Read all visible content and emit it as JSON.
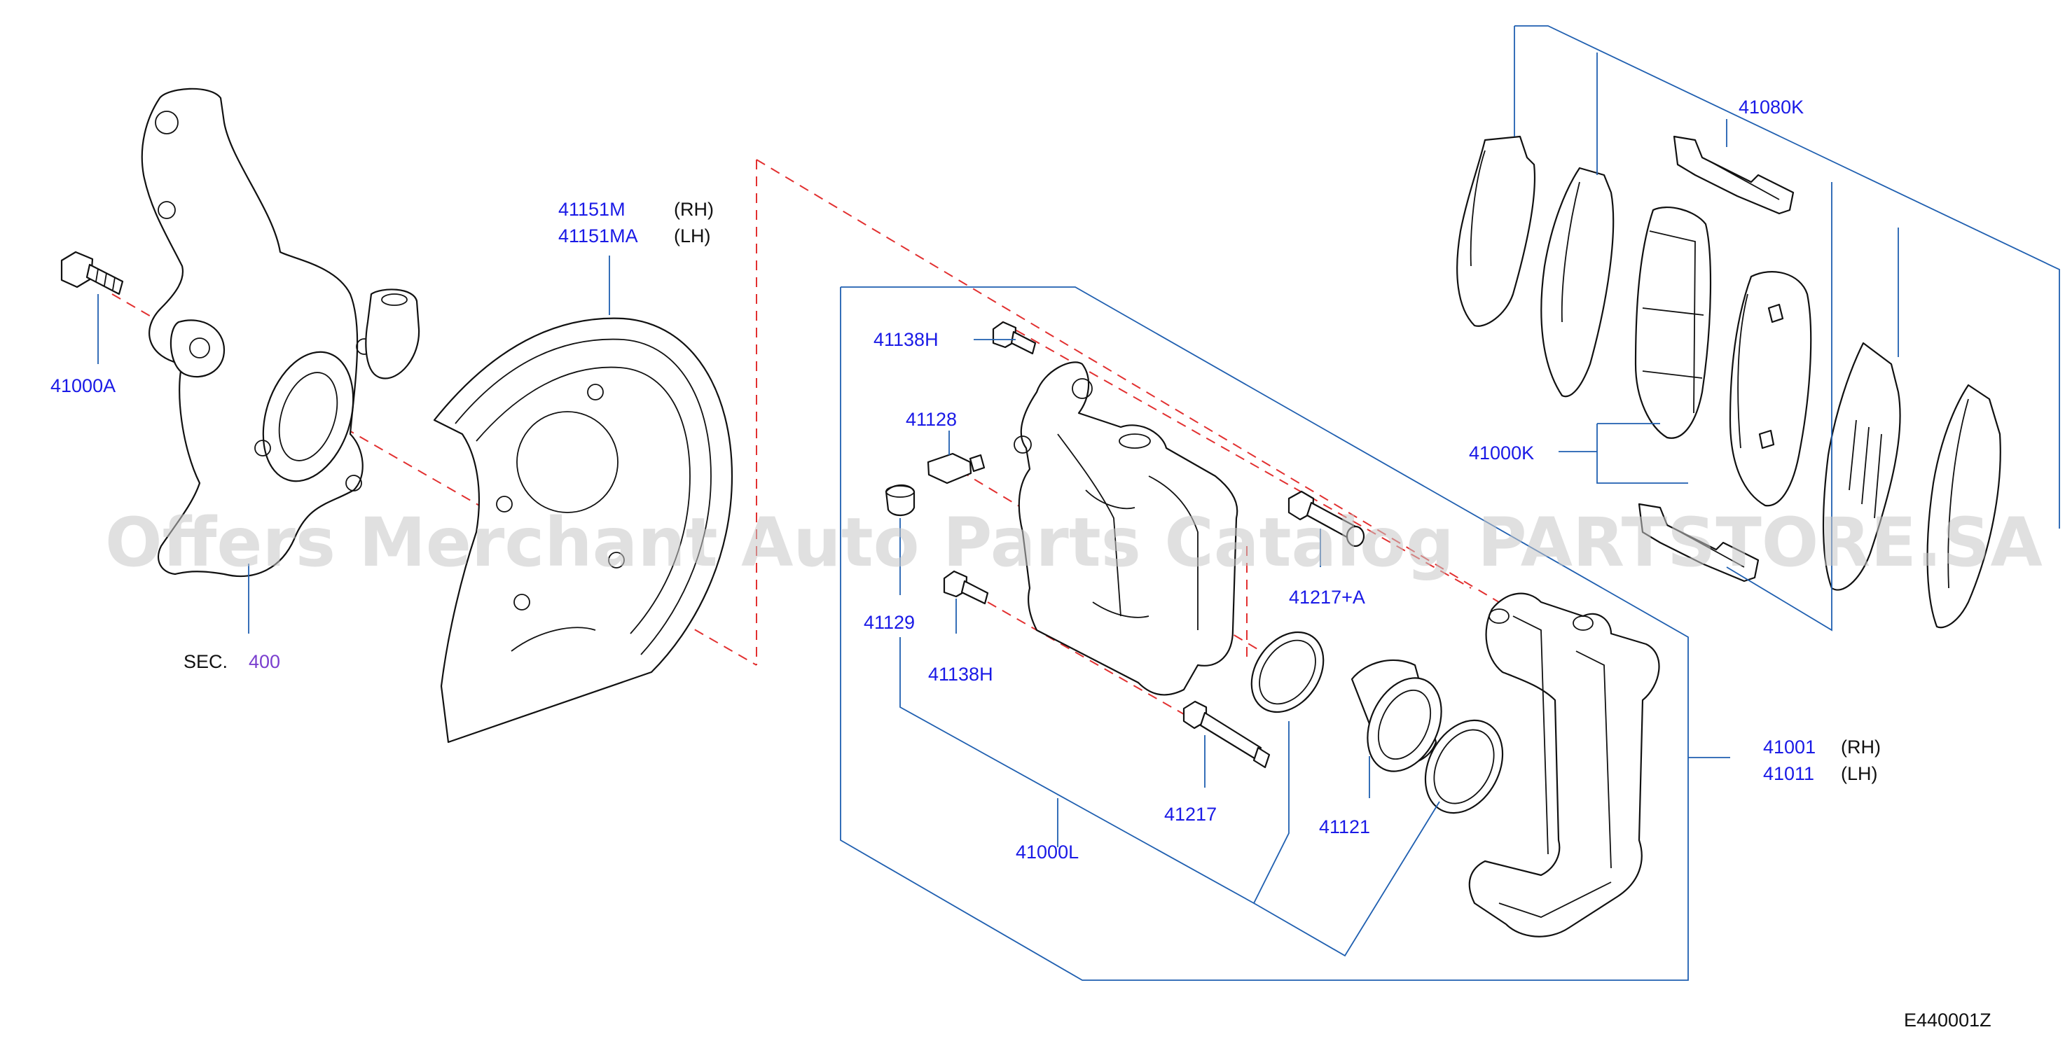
{
  "watermark": "Offers Merchant Auto Parts Catalog PARTSTORE.SA",
  "figure_code": "E440001Z",
  "labels": {
    "p41000A": "41000A",
    "sec_text": "SEC.",
    "sec_num": "400",
    "p41151M": "41151M",
    "p41151M_side": "(RH)",
    "p41151MA": "41151MA",
    "p41151MA_side": "(LH)",
    "p41138H_top": "41138H",
    "p41128": "41128",
    "p41129": "41129",
    "p41138H_bottom": "41138H",
    "p41217A": "41217+A",
    "p41217": "41217",
    "p41121": "41121",
    "p41000L": "41000L",
    "p41001": "41001",
    "p41001_side": "(RH)",
    "p41011": "41011",
    "p41011_side": "(LH)",
    "p41080K": "41080K",
    "p41000K": "41000K"
  },
  "colors": {
    "label_blue": "#1a1ae6",
    "leader_line": "#1f5fb0",
    "centerline_red": "#e23030",
    "section_ref": "#7a3fcf"
  }
}
